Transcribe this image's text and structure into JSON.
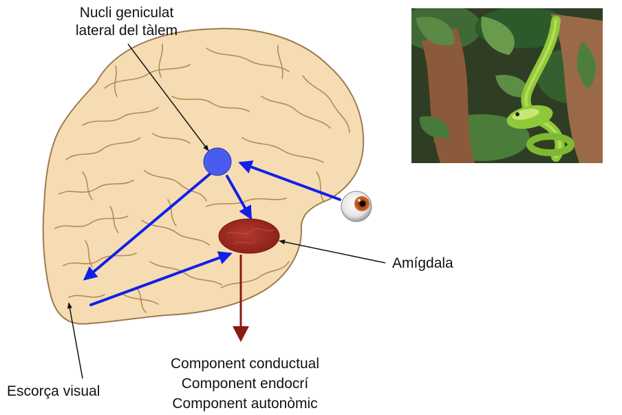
{
  "labels": {
    "lgn_line1": "Nucli geniculat",
    "lgn_line2": "lateral del tàlem",
    "amygdala": "Amígdala",
    "visual_cortex": "Escorça visual",
    "outputs": [
      "Component conductual",
      "Component endocrí",
      "Component autonòmic"
    ]
  },
  "colors": {
    "brain_fill": "#f6dcb2",
    "brain_outline": "#9c7a4e",
    "gyri_line": "#b08a5a",
    "lgn_node": "#4a5cf0",
    "amygdala_node": "#9e2a20",
    "visual_pathway": "#1020e8",
    "output_arrow": "#8a1a10",
    "pointer_line": "#111111"
  },
  "photo": {
    "subject": "green-snake-in-foliage"
  },
  "eye": {
    "icon": "eyeball-icon"
  }
}
